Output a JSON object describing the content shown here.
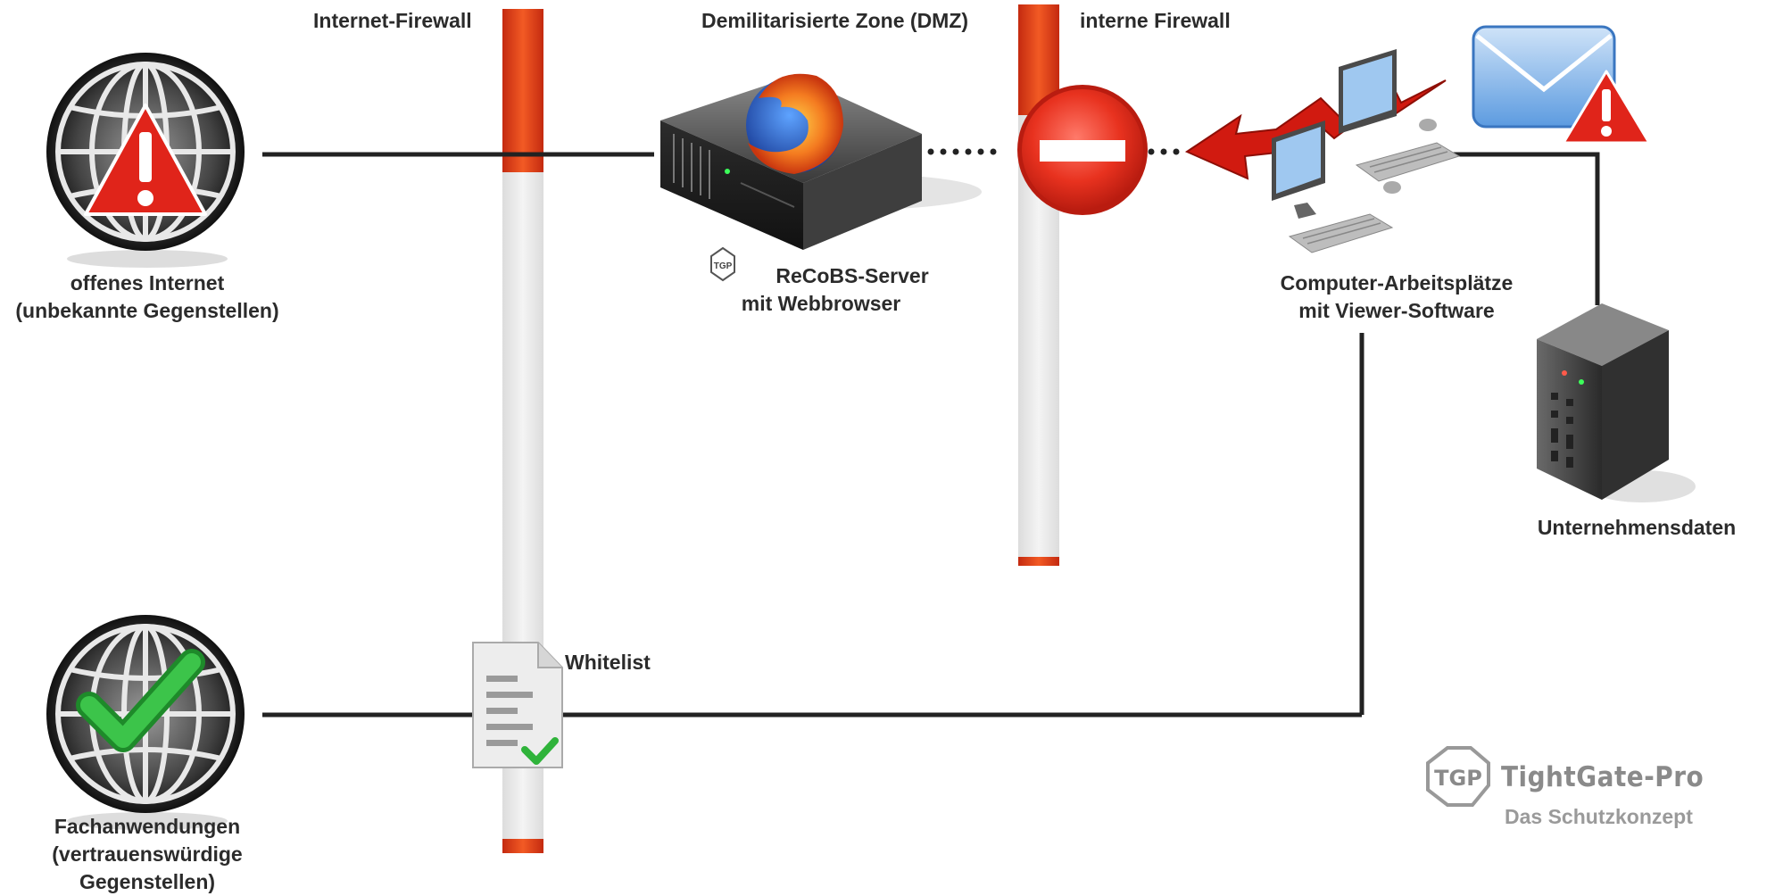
{
  "labels": {
    "internet_firewall": "Internet-Firewall",
    "dmz": "Demilitarisierte Zone (DMZ)",
    "internal_firewall": "interne Firewall",
    "open_internet_line1": "offenes Internet",
    "open_internet_line2": "(unbekannte Gegenstellen)",
    "server_line1": "ReCoBS-Server",
    "server_line2": "mit Webbrowser",
    "workstations_line1": "Computer-Arbeitsplätze",
    "workstations_line2": "mit Viewer-Software",
    "company_data": "Unternehmensdaten",
    "whitelist": "Whitelist",
    "applications_line1": "Fachanwendungen",
    "applications_line2": "(vertrauenswürdige",
    "applications_line3": "Gegenstellen)"
  },
  "branding": {
    "logo_text": "TGP",
    "product_name": "TightGate-Pro",
    "tagline": "Das Schutzkonzept",
    "badge_text": "TGP"
  },
  "colors": {
    "firewall_red": "#e8401c",
    "firewall_light": "#ececec",
    "connection_line": "#222222",
    "warning_red": "#e0241a",
    "check_green": "#2fb33a",
    "envelope_blue": "#5c9be0",
    "text": "#2b2b2b",
    "brand_gray": "#8a8a8a"
  },
  "icons": [
    "globe-warning-icon",
    "globe-check-icon",
    "firefox-server-icon",
    "no-entry-icon",
    "attack-arrow-icon",
    "workstations-icon",
    "mail-warning-icon",
    "server-tower-icon",
    "whitelist-document-icon",
    "tgp-badge-icon"
  ]
}
